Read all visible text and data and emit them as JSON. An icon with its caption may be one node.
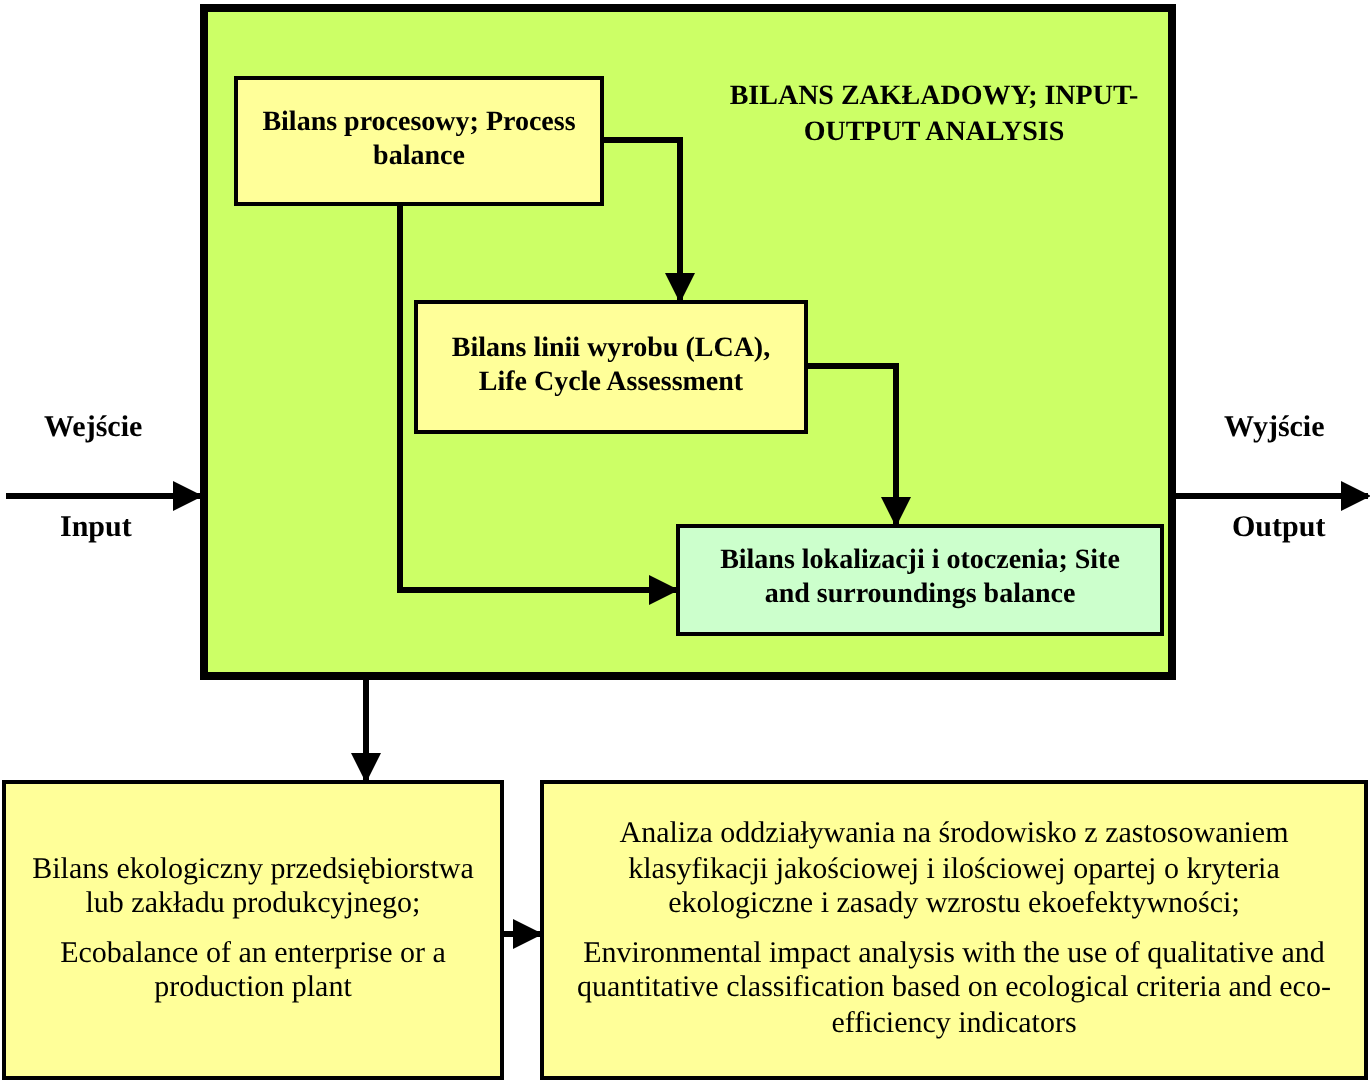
{
  "diagram": {
    "nodes": [
      {
        "text": [
          "BILANS ZAKŁADOWY; INPUT-OUTPUT ANALYSIS"
        ]
      },
      {
        "text": [
          "Bilans procesowy; Process balance"
        ],
        "in": 0
      },
      {
        "text": [
          "Bilans linii wyrobu (LCA), Life Cycle Assessment"
        ],
        "in": 0
      },
      {
        "text": [
          "Bilans lokalizacji i otoczenia; Site and surroundings balance"
        ],
        "in": 0
      },
      {
        "text": [
          "Bilans ekologiczny przedsiębiorstwa lub zakładu produkcyjnego;",
          "Ecobalance of an enterprise or a production plant"
        ]
      },
      {
        "text": [
          "Analiza oddziaływania na środowisko z zastosowaniem klasyfikacji jakościowej i ilościowej opartej o kryteria ekologiczne i zasady wzrostu ekoefektywności;",
          "Environmental impact analysis with the use of qualitative and quantitative classification based on ecological criteria and eco-efficiency indicators"
        ]
      }
    ],
    "edges": [
      {
        "from": null,
        "to": 0,
        "arrow": "to"
      },
      {
        "from": 0,
        "to": null,
        "arrow": "to"
      },
      {
        "from": 1,
        "to": 2,
        "arrow": "to"
      },
      {
        "from": 1,
        "to": 3,
        "arrow": "to"
      },
      {
        "from": 2,
        "to": 3,
        "arrow": "to"
      },
      {
        "from": 0,
        "to": 4,
        "arrow": "to"
      },
      {
        "from": 4,
        "to": 5,
        "arrow": "to"
      }
    ],
    "labels": [
      "Wejście",
      "Input",
      "Wyjście",
      "Output"
    ]
  }
}
